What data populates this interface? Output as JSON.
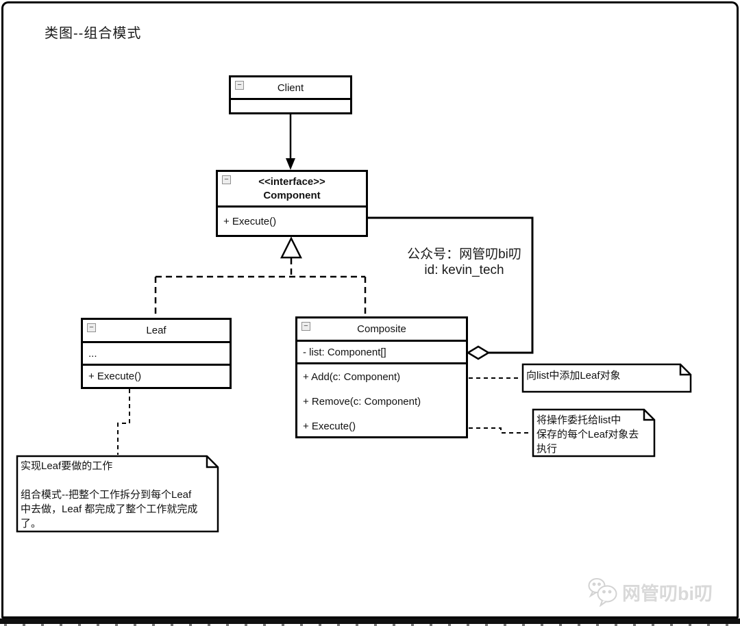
{
  "title": "类图--组合模式",
  "classes": {
    "client": {
      "name": "Client"
    },
    "component": {
      "stereotype": "<<interface>>",
      "name": "Component",
      "methods": [
        "+ Execute()"
      ]
    },
    "leaf": {
      "name": "Leaf",
      "attributes": [
        "..."
      ],
      "methods": [
        "+ Execute()"
      ]
    },
    "composite": {
      "name": "Composite",
      "attributes": [
        "- list: Component[]"
      ],
      "methods": [
        "+ Add(c: Component)",
        "+ Remove(c: Component)",
        "+ Execute()"
      ]
    }
  },
  "notes": {
    "add": "向list中添加Leaf对象",
    "execute": "将操作委托给list中\n保存的每个Leaf对象去\n执行",
    "leaf": "实现Leaf要做的工作\n\n组合模式--把整个工作拆分到每个Leaf\n中去做，Leaf 都完成了整个工作就完成\n了。"
  },
  "watermark": {
    "account_line": "公众号：网管叨bi叨",
    "id_line": "id: kevin_tech",
    "footer_text": "网管叨bi叨"
  },
  "icons": {
    "collapse_glyph": "−"
  },
  "colors": {
    "line": "#000000",
    "watermark_gray": "#d9d9d9"
  }
}
